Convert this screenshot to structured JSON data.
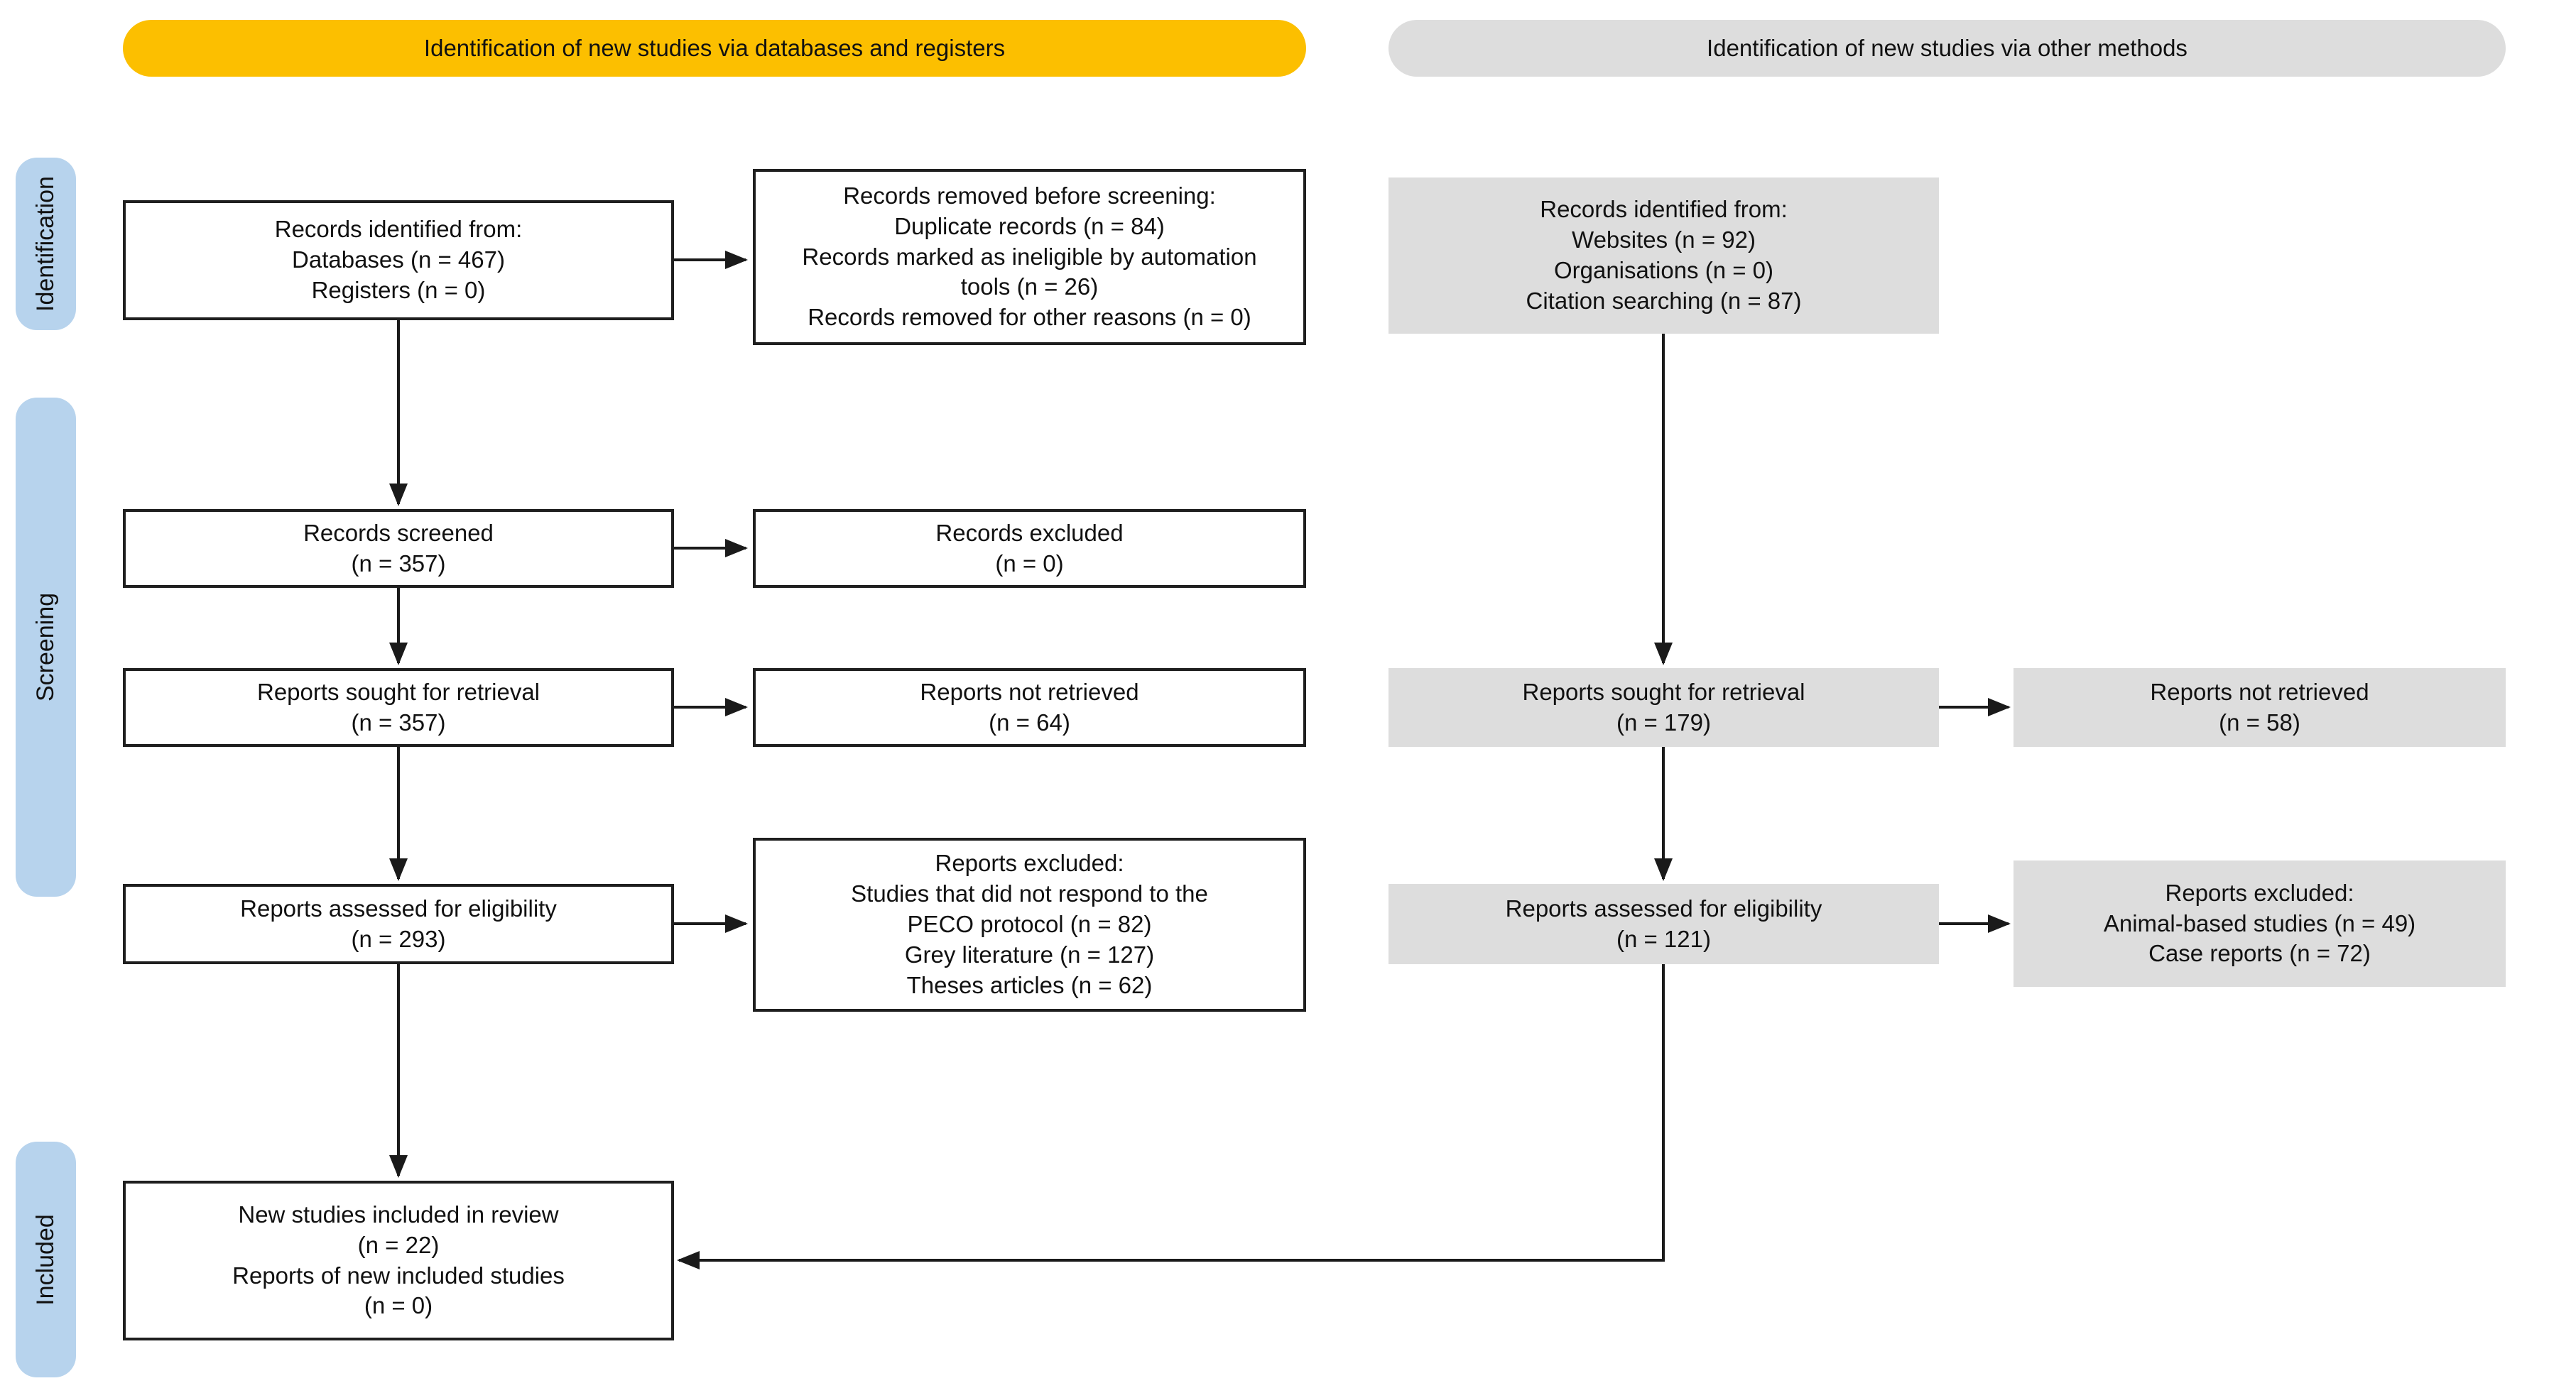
{
  "banners": {
    "databases_registers": "Identification of new studies via databases and registers",
    "other_methods": "Identification of new studies via other methods"
  },
  "stages": {
    "identification": "Identification",
    "screening": "Screening",
    "included": "Included"
  },
  "boxes": {
    "records_identified_db": "Records identified from:\nDatabases (n = 467)\nRegisters (n = 0)",
    "records_removed": "Records removed before screening:\nDuplicate records (n = 84)\nRecords marked as ineligible by automation\ntools (n = 26)\nRecords removed for other reasons (n = 0)",
    "records_screened": "Records screened\n(n = 357)",
    "records_excluded": "Records excluded\n(n = 0)",
    "reports_sought_db": "Reports sought for retrieval\n(n = 357)",
    "reports_not_retrieved_db": "Reports not retrieved\n(n = 64)",
    "reports_assessed_db": "Reports assessed for eligibility\n(n = 293)",
    "reports_excluded_db": "Reports excluded:\nStudies that did not respond to the\nPECO protocol (n = 82)\nGrey literature (n = 127)\nTheses articles (n = 62)",
    "included_studies": "New studies included in review\n(n = 22)\nReports of new included studies\n(n = 0)",
    "records_identified_other": "Records identified from:\nWebsites (n = 92)\nOrganisations (n = 0)\nCitation searching (n = 87)",
    "reports_sought_other": "Reports sought for retrieval\n(n = 179)",
    "reports_not_retrieved_other": "Reports not retrieved\n(n = 58)",
    "reports_assessed_other": "Reports assessed for eligibility\n(n = 121)",
    "reports_excluded_other": "Reports excluded:\nAnimal-based studies (n = 49)\nCase reports (n = 72)"
  },
  "colors": {
    "banner_yellow": "#FCBF00",
    "box_gray": "#DDDDDD",
    "stage_blue": "#B7D3ED",
    "line_black": "#1A1A1A"
  }
}
